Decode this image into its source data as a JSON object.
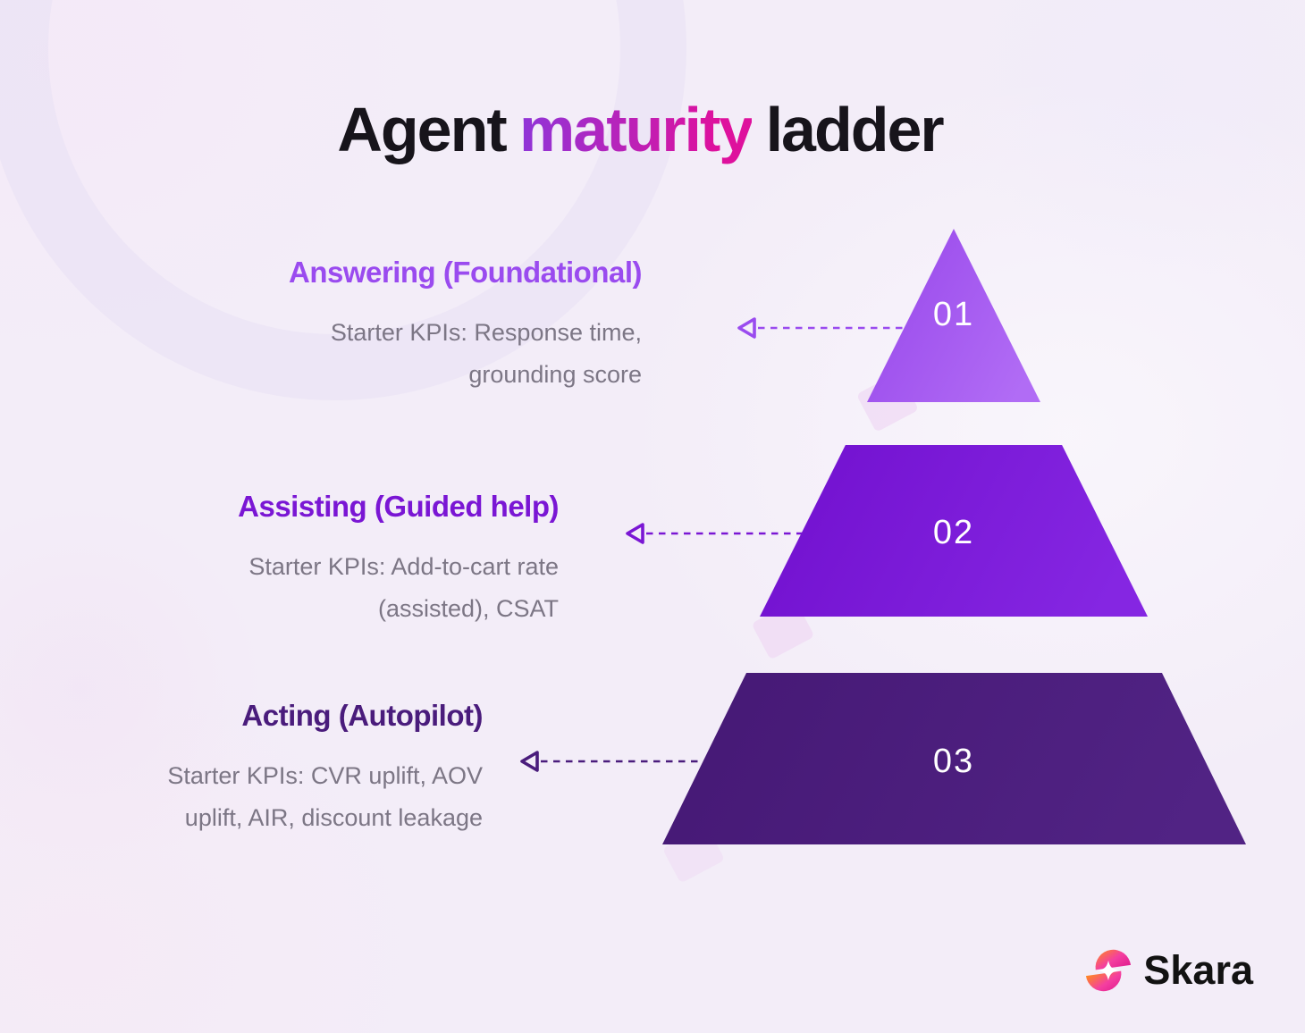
{
  "title": {
    "prefix": "Agent",
    "highlight": "maturity",
    "suffix": "ladder"
  },
  "tiers": [
    {
      "number": "01",
      "heading": "Answering (Foundational)",
      "kpi_lines": [
        "Starter KPIs: Response time,",
        "grounding score"
      ]
    },
    {
      "number": "02",
      "heading": "Assisting (Guided help)",
      "kpi_lines": [
        "Starter KPIs: Add-to-cart rate",
        "(assisted), CSAT"
      ]
    },
    {
      "number": "03",
      "heading": "Acting (Autopilot)",
      "kpi_lines": [
        "Starter KPIs: CVR uplift, AOV",
        "uplift, AIR, discount leakage"
      ]
    }
  ],
  "brand": {
    "name": "Skara"
  },
  "colors": {
    "background": "#F3EDF8",
    "title_text": "#17141B",
    "title_highlight_start": "#8F35D8",
    "title_highlight_end": "#DE119D",
    "kpi_text": "#7C7685",
    "tier1_accent": "#9A4BEF",
    "tier2_accent": "#7A16D4",
    "tier3_accent": "#4A1C7C",
    "tier1_fill_a": "#9B4CEC",
    "tier1_fill_b": "#B16CF5",
    "tier2_fill_a": "#7413D1",
    "tier2_fill_b": "#8526E2",
    "tier3_fill_a": "#471A77",
    "tier3_fill_b": "#512384",
    "number_text": "#FFFFFF",
    "logo_gradient_start": "#FF8A1E",
    "logo_gradient_mid": "#F43FA0",
    "logo_gradient_end": "#E11D8F",
    "brand_text": "#121212"
  }
}
